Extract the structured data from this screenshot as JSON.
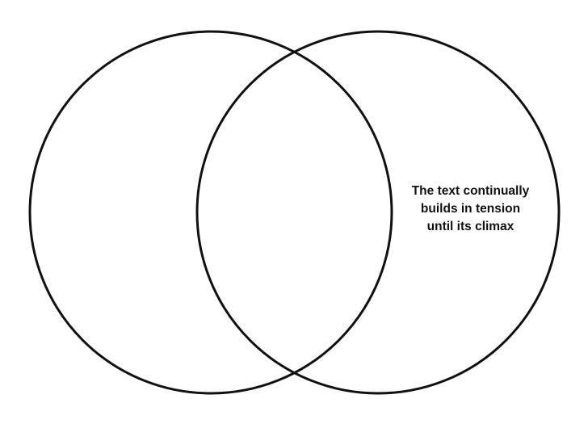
{
  "venn": {
    "left_set_text": [],
    "overlap_text": [],
    "right_set_text": [
      "The text continually",
      "builds in tension",
      "until its climax"
    ],
    "stroke_color": "#111111",
    "background_color": "#ffffff"
  }
}
